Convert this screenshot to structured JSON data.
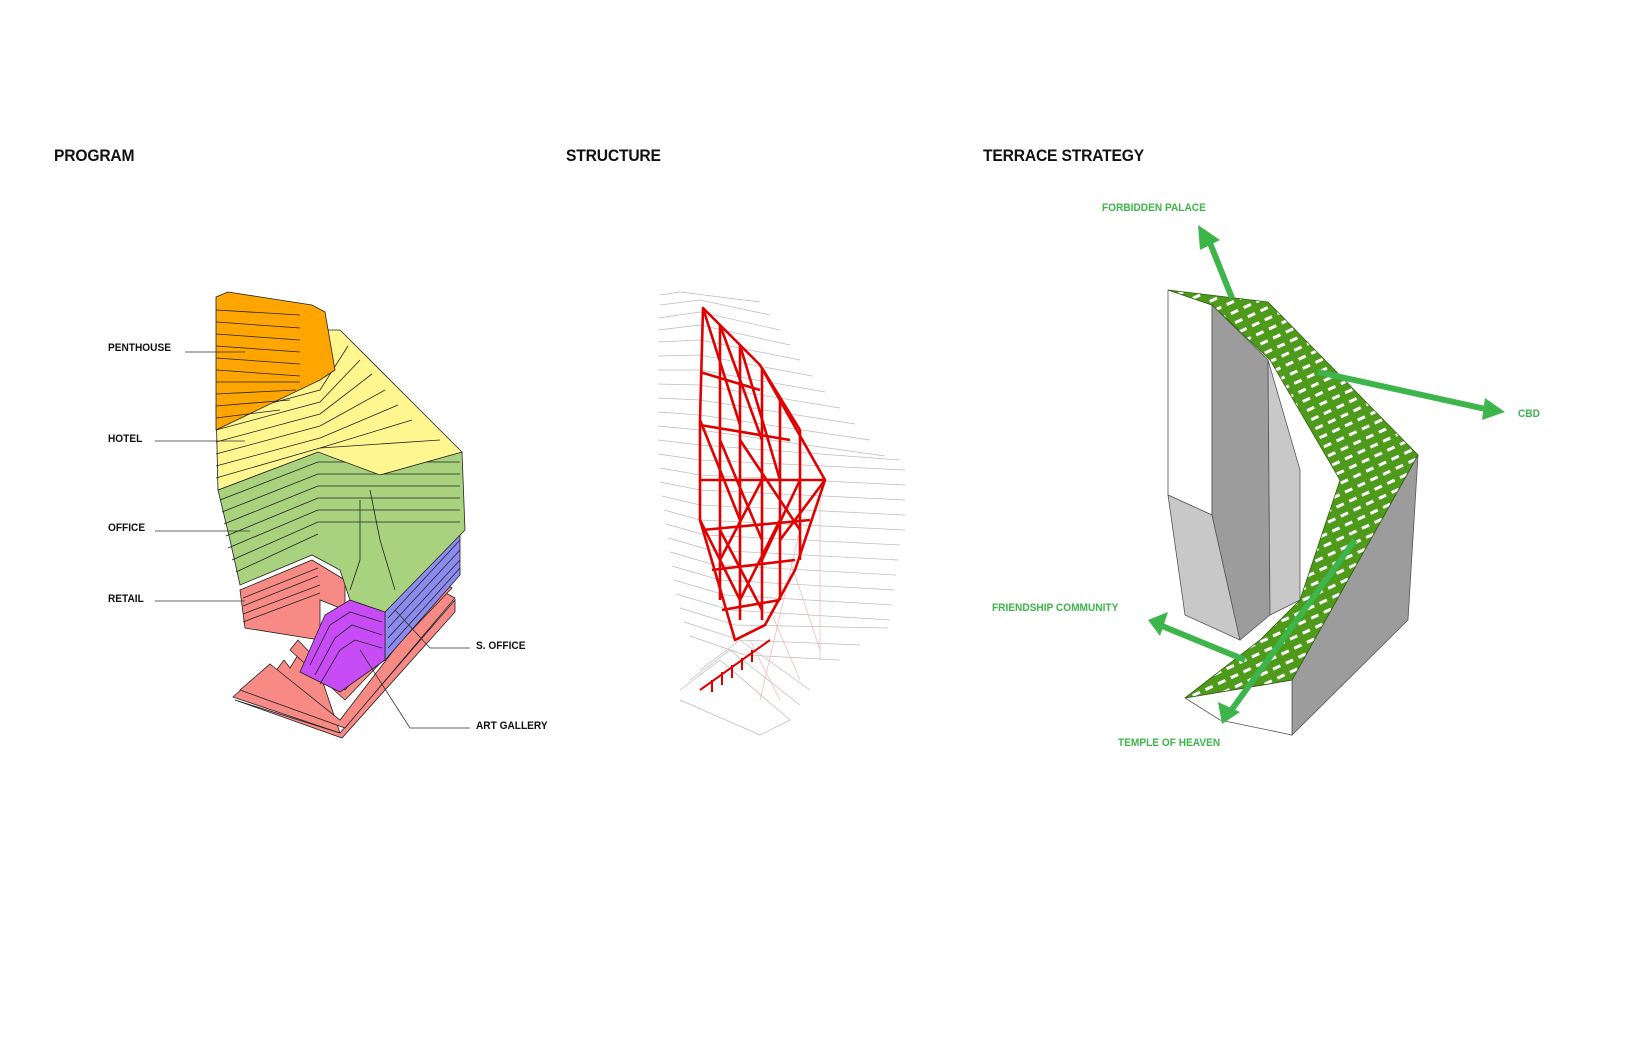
{
  "panels": {
    "program": {
      "title": "PROGRAM",
      "labels": {
        "penthouse": "PENTHOUSE",
        "hotel": "HOTEL",
        "office": "OFFICE",
        "retail": "RETAIL",
        "s_office": "S. OFFICE",
        "art_gallery": "ART GALLERY"
      },
      "colors": {
        "penthouse": "#FFA500",
        "hotel": "#FFF68F",
        "office": "#A8D27E",
        "retail": "#F88A86",
        "s_office": "#8C8CF0",
        "art_gallery": "#C84CF5"
      }
    },
    "structure": {
      "title": "STRUCTURE",
      "colors": {
        "frame": "#E00000",
        "floors": "#BBBBBB"
      }
    },
    "terrace": {
      "title": "TERRACE STRATEGY",
      "directions": {
        "forbidden_palace": "FORBIDDEN PALACE",
        "cbd": "CBD",
        "friendship_community": "FRIENDSHIP COMMUNITY",
        "temple_of_heaven": "TEMPLE OF HEAVEN"
      },
      "colors": {
        "terrace": "#4E9A1A",
        "arrow": "#3DB54A",
        "mass_light": "#FFFFFF",
        "mass_mid": "#C8C8C8",
        "mass_dark": "#9C9C9C"
      }
    }
  }
}
